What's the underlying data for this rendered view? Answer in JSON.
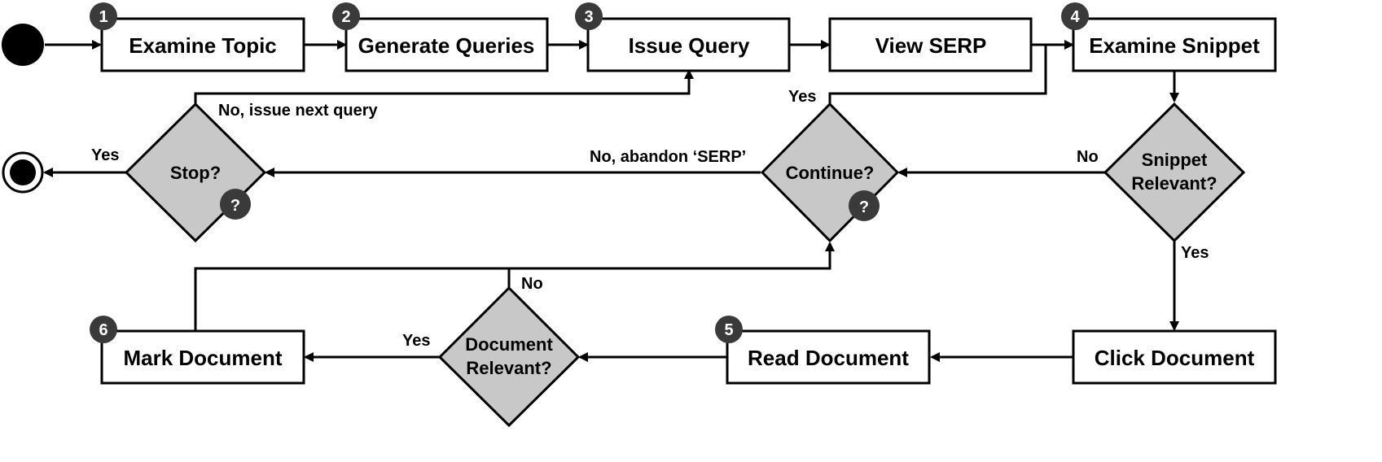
{
  "nodes": {
    "examine_topic": "Examine Topic",
    "generate_queries": "Generate Queries",
    "issue_query": "Issue Query",
    "view_serp": "View SERP",
    "examine_snippet": "Examine Snippet",
    "click_document": "Click Document",
    "read_document": "Read Document",
    "mark_document": "Mark Document"
  },
  "decisions": {
    "stop": [
      "Stop?"
    ],
    "continue": [
      "Continue?"
    ],
    "snippet_relevant": [
      "Snippet",
      "Relevant?"
    ],
    "document_relevant": [
      "Document",
      "Relevant?"
    ]
  },
  "step_badges": {
    "examine_topic": "1",
    "generate_queries": "2",
    "issue_query": "3",
    "examine_snippet": "4",
    "read_document": "5",
    "mark_document": "6"
  },
  "stochastic_badges": {
    "stop": "?",
    "continue": "?"
  },
  "edge_labels": {
    "stop_yes": "Yes",
    "stop_no": "No, issue next query",
    "continue_yes": "Yes",
    "continue_no": "No, abandon ‘SERP’",
    "snippet_no": "No",
    "snippet_yes": "Yes",
    "document_yes": "Yes",
    "document_no": "No"
  },
  "colors": {
    "decision_fill": "#c8c8c8",
    "badge_fill": "#3a3a3a",
    "line": "#000000"
  }
}
